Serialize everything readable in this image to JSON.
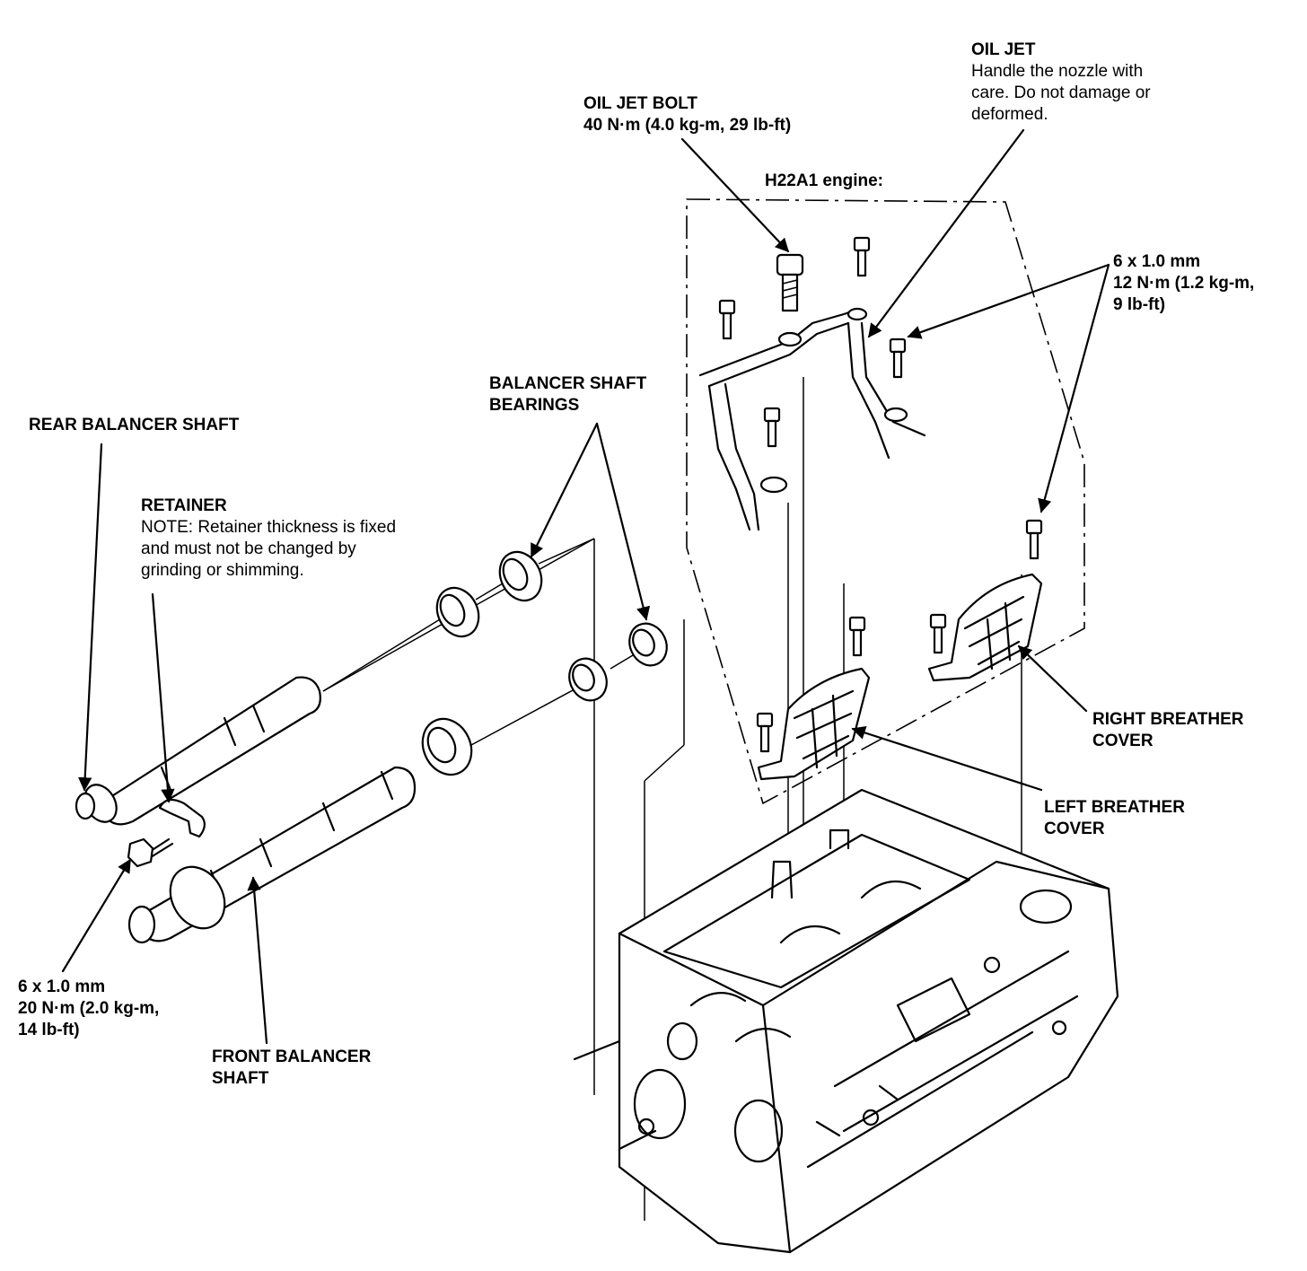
{
  "labels": {
    "oil_jet": {
      "title": "OIL JET",
      "lines": [
        "Handle the nozzle with",
        "care. Do not damage or",
        "deformed."
      ]
    },
    "oil_jet_bolt": {
      "title": "OIL JET BOLT",
      "lines": [
        "40 N·m (4.0 kg-m, 29 lb-ft)"
      ]
    },
    "engine_variant": "H22A1 engine:",
    "bolt_6x1_12nm": {
      "lines": [
        "6 x 1.0 mm",
        "12 N·m (1.2 kg-m,",
        "9 lb-ft)"
      ]
    },
    "balancer_bearings": {
      "lines": [
        "BALANCER SHAFT",
        "BEARINGS"
      ]
    },
    "rear_balancer_shaft": "REAR BALANCER SHAFT",
    "retainer": {
      "title": "RETAINER",
      "note": [
        "NOTE:  Retainer thickness is fixed",
        "and must not be changed by",
        "grinding or shimming."
      ]
    },
    "right_breather_cover": {
      "lines": [
        "RIGHT BREATHER",
        "COVER"
      ]
    },
    "left_breather_cover": {
      "lines": [
        "LEFT BREATHER",
        "COVER"
      ]
    },
    "bolt_6x1_20nm": {
      "lines": [
        "6 x 1.0 mm",
        "20 N·m (2.0 kg-m,",
        "14 lb-ft)"
      ]
    },
    "front_balancer_shaft": {
      "lines": [
        "FRONT BALANCER",
        "SHAFT"
      ]
    }
  },
  "colors": {
    "ink": "#000000",
    "paper": "#ffffff"
  }
}
